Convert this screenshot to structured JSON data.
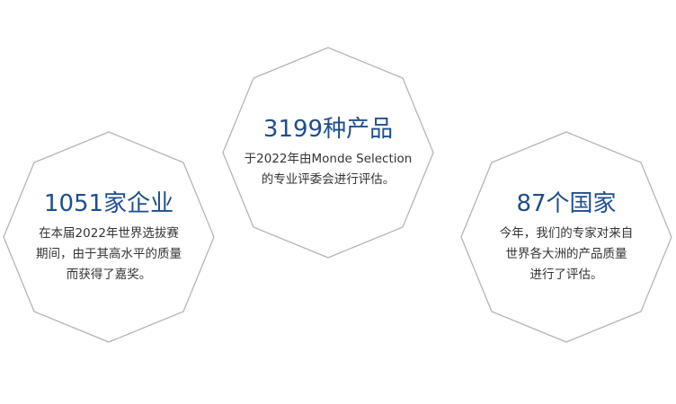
{
  "colors": {
    "headline": "#1f4e8c",
    "body_text": "#333333",
    "outline": "#b5b5b5",
    "background": "#ffffff"
  },
  "stats": [
    {
      "headline": "1051家企业",
      "lines": [
        "在本届2022年世界选拔赛",
        "期间，由于其高水平的质量",
        "而获得了嘉奖。"
      ]
    },
    {
      "headline": "3199种产品",
      "lines": [
        "于2022年由Monde Selection",
        "的专业评委会进行评估。"
      ]
    },
    {
      "headline": "87个国家",
      "lines": [
        "今年，我们的专家对来自",
        "世界各大洲的产品质量",
        "进行了评估。"
      ]
    }
  ]
}
